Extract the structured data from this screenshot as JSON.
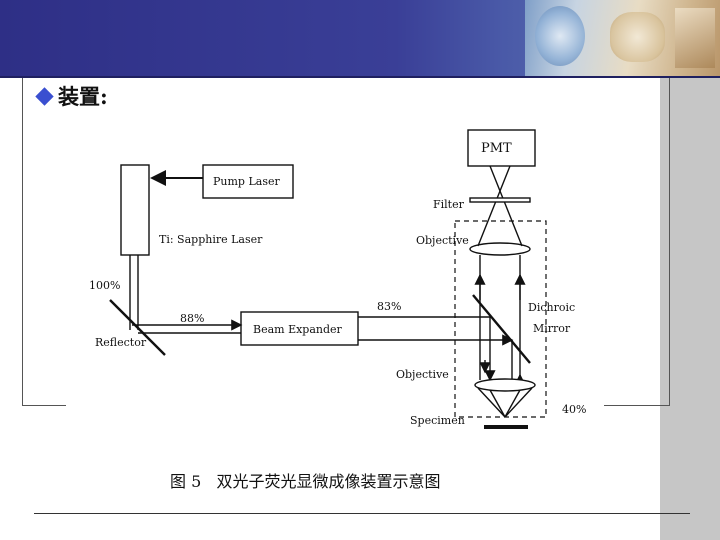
{
  "heading": "装置:",
  "caption": "图 5   双光子荧光显微成像装置示意图",
  "diagram": {
    "pmt": "PMT",
    "filter": "Filter",
    "objective_top": "Objective",
    "pump_laser": "Pump Laser",
    "ti_laser": "Ti: Sapphire Laser",
    "pct_100": "100%",
    "pct_88": "88%",
    "pct_83": "83%",
    "pct_40": "40%",
    "reflector": "Reflector",
    "beam_expander": "Beam Expander",
    "dichroic_1": "Dichroic",
    "dichroic_2": "Mirror",
    "objective_bottom": "Objective",
    "specimen": "Specimen"
  },
  "colors": {
    "banner": "#2e2f86",
    "accent_diamond": "#3a4fd0",
    "side_bar": "#c6c6c6"
  }
}
